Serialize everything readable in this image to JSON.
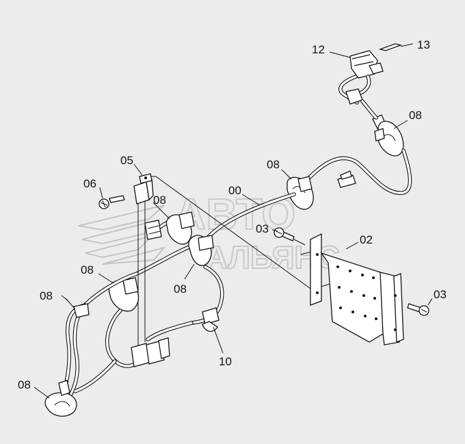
{
  "watermark": {
    "line1": "АВТО",
    "line2": "АЛЬЯНС"
  },
  "callouts": {
    "c12": "12",
    "c13": "13",
    "c08_top": "08",
    "c08_mid": "08",
    "c05": "05",
    "c06": "06",
    "c08_relay": "08",
    "c00": "00",
    "c03_mid": "03",
    "c02": "02",
    "c08_left": "08",
    "c08_center": "08",
    "c08_farleft": "08",
    "c03_right": "03",
    "c10": "10",
    "c08_bottom": "08"
  }
}
